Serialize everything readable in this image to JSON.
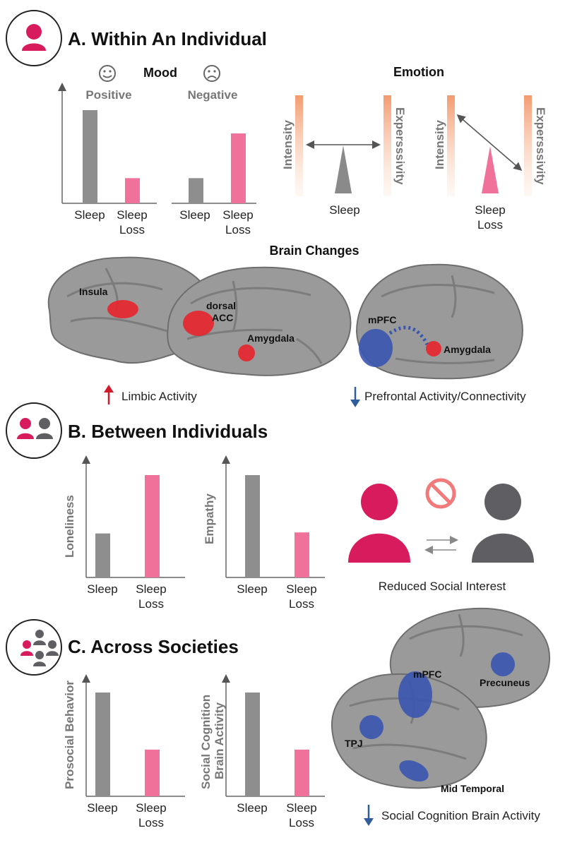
{
  "sections": {
    "a": {
      "title": "A. Within An Individual",
      "mood_title": "Mood",
      "emotion_title": "Emotion",
      "positive_label": "Positive",
      "negative_label": "Negative",
      "intensity_label": "Intensity",
      "expressivity_label": "Expersssivity",
      "emotion_sleep_label": "Sleep",
      "emotion_loss_label_1": "Sleep",
      "emotion_loss_label_2": "Loss",
      "brain_changes_title": "Brain Changes",
      "regions": {
        "insula": "Insula",
        "dorsal": "dorsal",
        "acc": "ACC",
        "amygdala": "Amygdala",
        "mpfc": "mPFC",
        "amygdala2": "Amygdala"
      },
      "limbic_label": "Limbic Activity",
      "prefrontal_label": "Prefrontal Activity/Connectivity"
    },
    "b": {
      "title": "B. Between Individuals",
      "loneliness_label": "Loneliness",
      "empathy_label": "Empathy",
      "reduced_label": "Reduced Social Interest"
    },
    "c": {
      "title": "C. Across Societies",
      "prosocial_label": "Prosocial Behavior",
      "social_cog_label_1": "Social Cognition",
      "social_cog_label_2": "Brain Activity",
      "regions": {
        "mpfc": "mPFC",
        "precuneus": "Precuneus",
        "tpj": "TPJ",
        "midtemporal": "Mid Temporal"
      },
      "activity_label": "Social Cognition Brain Activity"
    }
  },
  "x_labels": {
    "sleep": "Sleep",
    "loss_1": "Sleep",
    "loss_2": "Loss"
  },
  "colors": {
    "sleep": "#8e8e8e",
    "sleep_loss": "#f0719a",
    "person_pink": "#d81b5c",
    "person_gray": "#5f5f63",
    "brain": "#9a9a9a",
    "red_region": "#e8242c",
    "blue_region": "#3a55b0",
    "arrow_up": "#d11a2a",
    "arrow_down": "#2f5d9c"
  },
  "chart_data": [
    {
      "type": "bar",
      "title": "Positive",
      "categories": [
        "Sleep",
        "Sleep Loss"
      ],
      "values": [
        100,
        27
      ]
    },
    {
      "type": "bar",
      "title": "Negative",
      "categories": [
        "Sleep",
        "Sleep Loss"
      ],
      "values": [
        27,
        75
      ]
    },
    {
      "type": "bar",
      "ylabel": "Loneliness",
      "categories": [
        "Sleep",
        "Sleep Loss"
      ],
      "values": [
        43,
        100
      ]
    },
    {
      "type": "bar",
      "ylabel": "Empathy",
      "categories": [
        "Sleep",
        "Sleep Loss"
      ],
      "values": [
        100,
        44
      ]
    },
    {
      "type": "bar",
      "ylabel": "Prosocial Behavior",
      "categories": [
        "Sleep",
        "Sleep Loss"
      ],
      "values": [
        100,
        45
      ]
    },
    {
      "type": "bar",
      "ylabel": "Social Cognition Brain Activity",
      "categories": [
        "Sleep",
        "Sleep Loss"
      ],
      "values": [
        100,
        45
      ]
    }
  ]
}
